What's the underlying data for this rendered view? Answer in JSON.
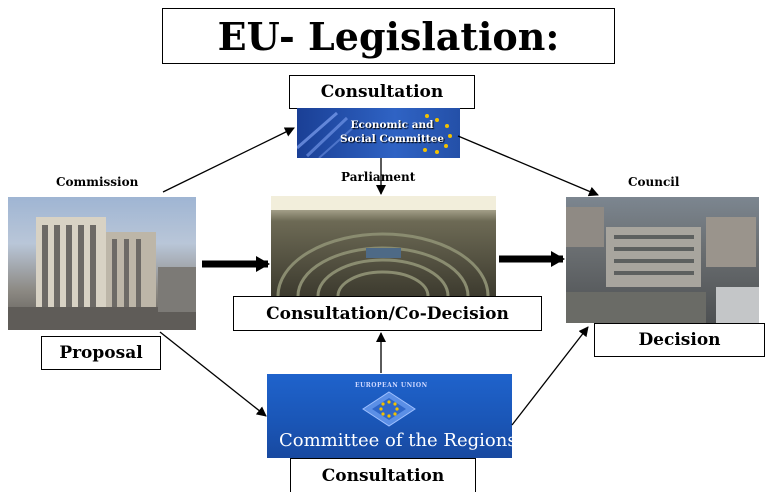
{
  "title": "EU- Legislation:",
  "consultation_top": "Consultation",
  "consultation_bottom": "Consultation",
  "codecision": "Consultation/Co-Decision",
  "proposal": "Proposal",
  "decision": "Decision",
  "commission": "Commission",
  "parliament": "Parliament",
  "council": "Council",
  "eesc": {
    "line1": "Economic and",
    "line2": "Social Committee"
  },
  "cor": {
    "top": "EUROPEAN UNION",
    "name": "Committee of the Regions"
  },
  "colors": {
    "eesc_blue": "#2450a8",
    "cor_blue": "#1a5bc0",
    "gold": "#f2c200"
  }
}
